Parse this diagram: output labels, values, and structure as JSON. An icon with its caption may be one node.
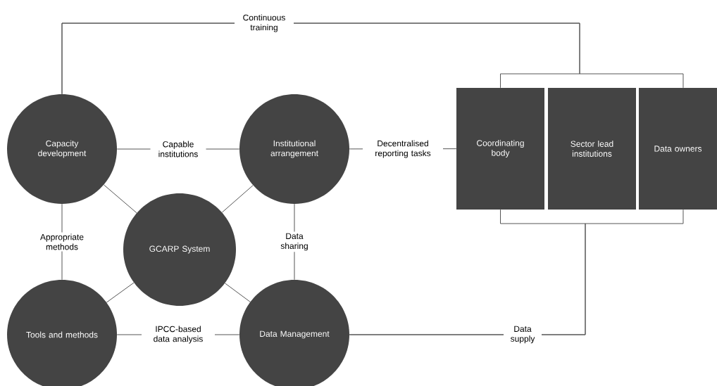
{
  "diagram": {
    "nodes": [
      {
        "text": [
          "Capacity development"
        ]
      },
      {
        "text": [
          "Institutional arrangement"
        ]
      },
      {
        "text": [
          "GCARP System"
        ]
      },
      {
        "text": [
          "Tools and methods"
        ]
      },
      {
        "text": [
          "Data Management"
        ]
      },
      {
        "text": [
          "Coordinating body"
        ]
      },
      {
        "text": [
          "Sector lead institutions"
        ]
      },
      {
        "text": [
          "Data owners"
        ]
      }
    ],
    "edges": [
      {
        "from": 0,
        "to": 1,
        "arrow": "none",
        "label": "Capable institutions"
      },
      {
        "from": 1,
        "to": 5,
        "arrow": "none",
        "label": "Decentralised reporting tasks"
      },
      {
        "from": 0,
        "to": 3,
        "arrow": "none",
        "label": "Appropriate methods"
      },
      {
        "from": 1,
        "to": 4,
        "arrow": "none",
        "label": "Data sharing"
      },
      {
        "from": 3,
        "to": 4,
        "arrow": "none",
        "label": "IPCC-based data analysis"
      },
      {
        "from": 2,
        "to": 0,
        "arrow": "none"
      },
      {
        "from": 2,
        "to": 1,
        "arrow": "none"
      },
      {
        "from": 2,
        "to": 3,
        "arrow": "none"
      },
      {
        "from": 2,
        "to": 4,
        "arrow": "none"
      },
      {
        "from": 0,
        "to": 5,
        "arrow": "none",
        "label": "Continuous training"
      },
      {
        "from": 0,
        "to": 7,
        "arrow": "none"
      },
      {
        "from": 4,
        "to": 5,
        "arrow": "none",
        "label": "Data supply"
      },
      {
        "from": 4,
        "to": 7,
        "arrow": "none"
      }
    ]
  }
}
